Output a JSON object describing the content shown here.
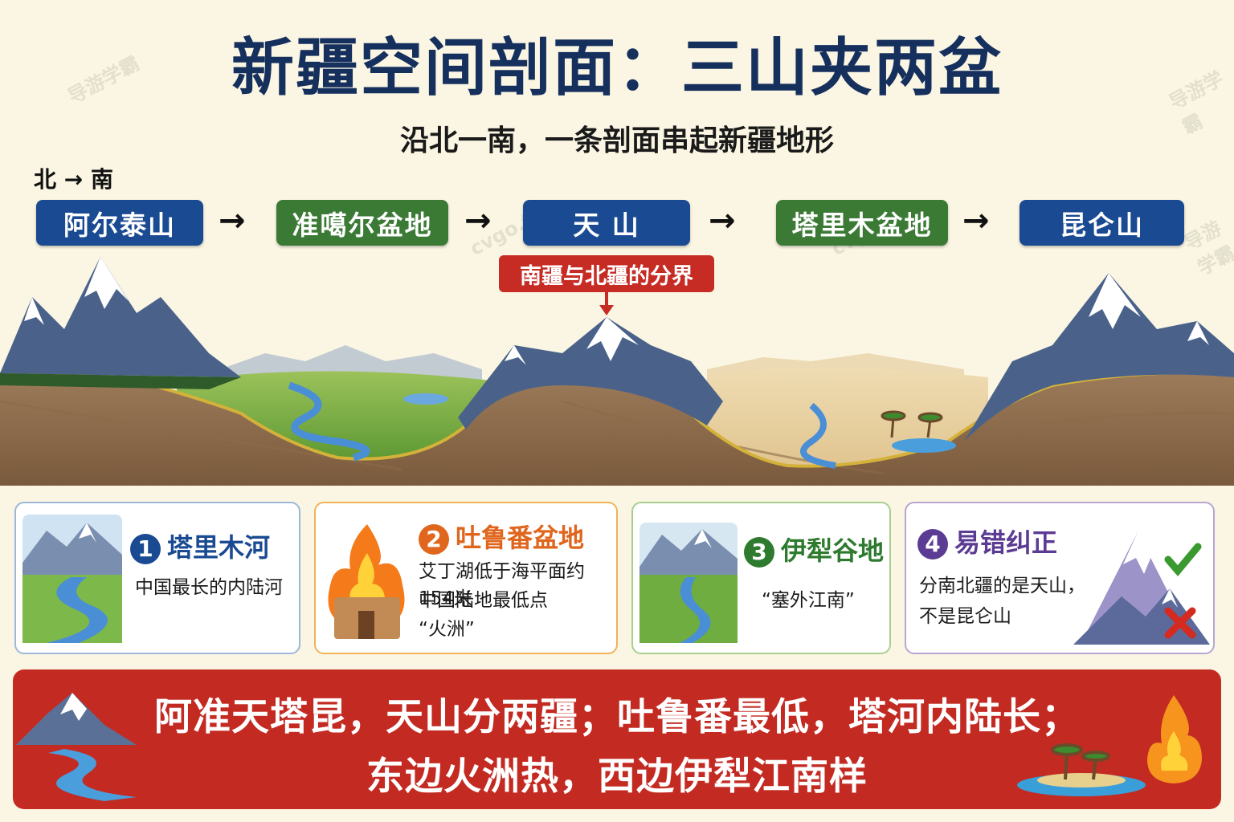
{
  "header": {
    "title": "新疆空间剖面：三山夹两盆",
    "subtitle": "沿北一南，一条剖面串起新疆地形",
    "direction": "北 → 南"
  },
  "profile": {
    "nodes": [
      {
        "label": "阿尔泰山",
        "color": "#1a4a92"
      },
      {
        "label": "准噶尔盆地",
        "color": "#3b7a35"
      },
      {
        "label": "天 山",
        "color": "#1a4a92"
      },
      {
        "label": "塔里木盆地",
        "color": "#3b7a35"
      },
      {
        "label": "昆仑山",
        "color": "#1a4a92"
      }
    ],
    "arrow": "→",
    "boundary_label": "南疆与北疆的分界"
  },
  "cards": [
    {
      "num": "1",
      "title": "塔里木河",
      "lines": [
        "中国最长的内陆河"
      ],
      "accent": "#1a4a92"
    },
    {
      "num": "2",
      "title": "吐鲁番盆地",
      "lines": [
        "艾丁湖低于海平面约154米",
        "中国陆地最低点",
        "“火洲”"
      ],
      "accent": "#e0661d"
    },
    {
      "num": "3",
      "title": "伊犁谷地",
      "lines": [
        "“塞外江南”"
      ],
      "accent": "#2e7a2e"
    },
    {
      "num": "4",
      "title": "易错纠正",
      "lines": [
        "分南北疆的是天山，",
        "不是昆仑山"
      ],
      "accent": "#5b3b93"
    }
  ],
  "banner": {
    "line1": "阿准天塔昆，天山分两疆；吐鲁番最低，塔河内陆长；",
    "line2": "东边火洲热，西边伊犁江南样"
  },
  "watermark": {
    "text1": "导游学霸",
    "text2": "cvgo.top"
  },
  "colors": {
    "navy": "#16305e",
    "blue_node": "#1a4a92",
    "green_node": "#3b7a35",
    "red": "#c32a22"
  }
}
